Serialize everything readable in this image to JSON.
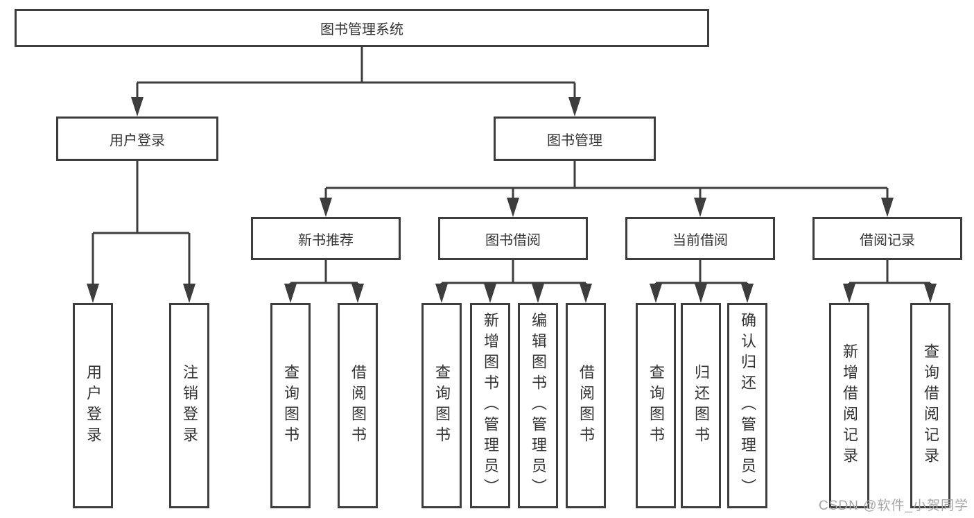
{
  "diagram_title": "图书管理系统",
  "watermark": "CSDN @软件_小贺同学",
  "colors": {
    "line": "#3d3d3d",
    "text": "#333333",
    "background": "#ffffff",
    "watermark": "#a6a6a6"
  },
  "nodes": {
    "root": {
      "label": "图书管理系统"
    },
    "level1": [
      {
        "label": "用户登录"
      },
      {
        "label": "图书管理"
      }
    ],
    "level2": [
      {
        "label": "新书推荐"
      },
      {
        "label": "图书借阅"
      },
      {
        "label": "当前借阅"
      },
      {
        "label": "借阅记录"
      }
    ],
    "leaves": [
      {
        "parent": "用户登录",
        "label": "用户登录"
      },
      {
        "parent": "用户登录",
        "label": "注销登录"
      },
      {
        "parent": "新书推荐",
        "label": "查询图书"
      },
      {
        "parent": "新书推荐",
        "label": "借阅图书"
      },
      {
        "parent": "图书借阅",
        "label": "查询图书"
      },
      {
        "parent": "图书借阅",
        "label": "新增图书（管理员）"
      },
      {
        "parent": "图书借阅",
        "label": "编辑图书（管理员）"
      },
      {
        "parent": "图书借阅",
        "label": "借阅图书"
      },
      {
        "parent": "当前借阅",
        "label": "查询图书"
      },
      {
        "parent": "当前借阅",
        "label": "归还图书"
      },
      {
        "parent": "当前借阅",
        "label": "确认归还（管理员）"
      },
      {
        "parent": "借阅记录",
        "label": "新增借阅记录"
      },
      {
        "parent": "借阅记录",
        "label": "查询借阅记录"
      }
    ]
  }
}
